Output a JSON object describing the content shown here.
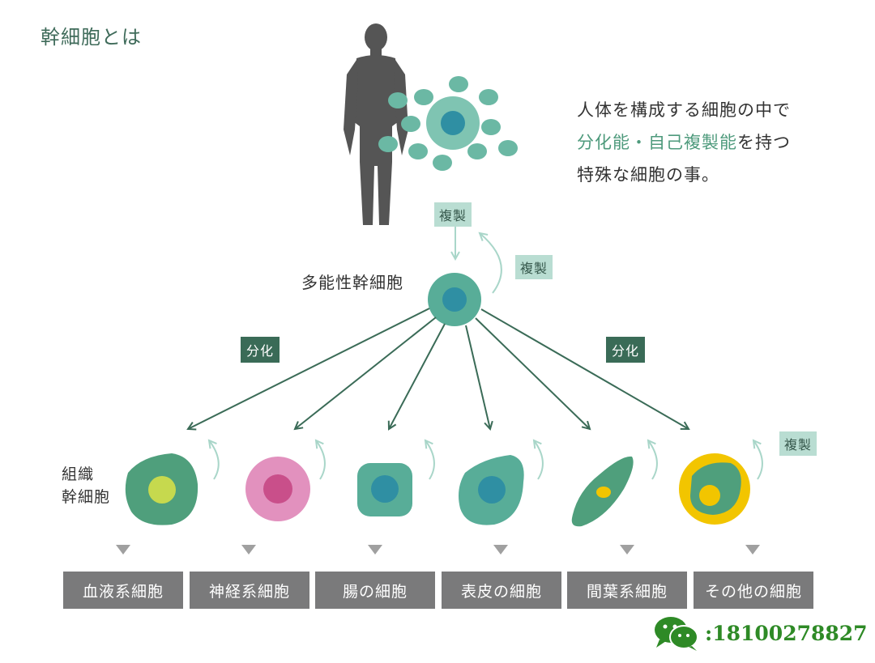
{
  "title": "幹細胞とは",
  "description": {
    "line1": "人体を構成する細胞の中で",
    "line2_highlight": "分化能・自己複製能",
    "line2_rest": "を持つ",
    "line3": "特殊な細胞の事。"
  },
  "labels": {
    "replicate_top": "複製",
    "replicate_loop": "複製",
    "replicate_right": "複製",
    "differentiate_left": "分化",
    "differentiate_right": "分化",
    "pluripotent": "多能性幹細胞",
    "tissue_line1": "組織",
    "tissue_line2": "幹細胞"
  },
  "outputs": [
    {
      "label": "血液系細胞"
    },
    {
      "label": "神経系細胞"
    },
    {
      "label": "腸の細胞"
    },
    {
      "label": "表皮の細胞"
    },
    {
      "label": "間葉系細胞"
    },
    {
      "label": "その他の細胞"
    }
  ],
  "watermark": {
    "icon": "wechat-icon",
    "number": ":18100278827"
  },
  "colors": {
    "teal": "#58ad98",
    "teal_light": "#7fc4b2",
    "nucleus": "#2f8fa3",
    "arrow": "#3a6b57",
    "pink": "#e291be",
    "pink_nucleus": "#c94f8a",
    "yellow": "#f2c500",
    "green_cell": "#4f9f7c",
    "lime": "#c6d94e"
  }
}
